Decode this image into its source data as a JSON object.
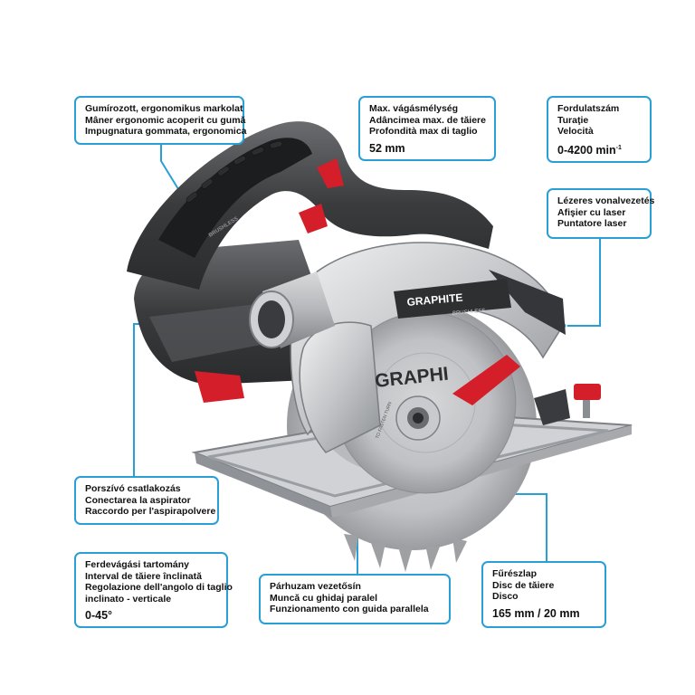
{
  "callouts": {
    "handle": {
      "lines": [
        "Gumírozott, ergonomikus markolat",
        "Mâner ergonomic acoperit cu gumă",
        "Impugnatura gommata, ergonomica"
      ]
    },
    "depth": {
      "lines": [
        "Max. vágásmélység",
        "Adâncimea max. de tăiere",
        "Profondità max di taglio"
      ],
      "value": "52 mm"
    },
    "speed": {
      "lines": [
        "Fordulatszám",
        "Turaţie",
        "Velocità"
      ],
      "value": "0-4200 min",
      "value_sup": "-1"
    },
    "laser": {
      "lines": [
        "Lézeres vonalvezetés",
        "Afişier cu laser",
        "Puntatore laser"
      ]
    },
    "dust": {
      "lines": [
        "Porszívó csatlakozás",
        "Conectarea la aspirator",
        "Raccordo per l'aspirapolvere"
      ]
    },
    "bevel": {
      "lines": [
        "Ferdevágási tartomány",
        "Interval de tăiere înclinată",
        "Regolazione dell'angolo di taglio",
        "inclinato - verticale"
      ],
      "value": "0-45°"
    },
    "guide": {
      "lines": [
        "Párhuzam vezetősín",
        "Muncă cu ghidaj paralel",
        "Funzionamento con guida parallela"
      ]
    },
    "blade": {
      "lines": [
        "Fűrészlap",
        "Disc de tăiere",
        "Disco"
      ],
      "value": "165 mm / 20 mm"
    }
  },
  "product": {
    "brand": "GRAPHITE",
    "brand_sub": "BRUSHLESS",
    "guard_logo": "GRAPHI",
    "handle_text": "BRUSHLESS",
    "blade_text": "TO FASTEN TURN"
  },
  "colors": {
    "accent": "#2a9fd6",
    "red": "#d41f2a",
    "body_dark": "#2e2f31",
    "silver": "#c4c6c9"
  }
}
